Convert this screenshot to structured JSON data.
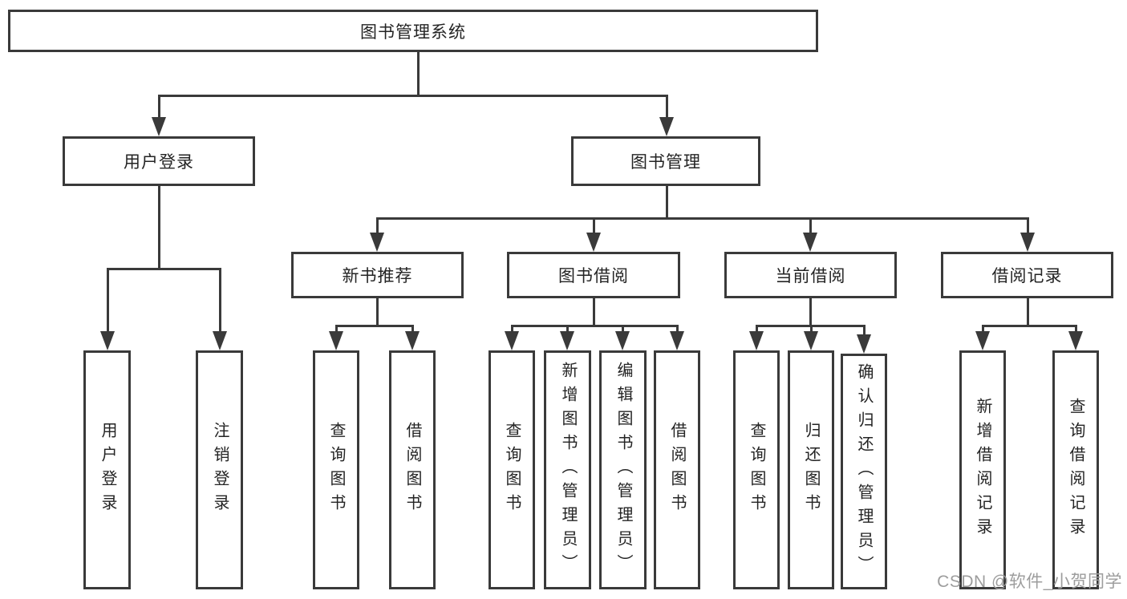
{
  "colors": {
    "line": "#3a3a3a",
    "box_border": "#3a3a3a",
    "text": "#242424",
    "background": "#ffffff",
    "watermark": "#9d9d9d"
  },
  "watermark": {
    "text": "CSDN @软件_小贺同学"
  },
  "tree": {
    "label": "图书管理系统",
    "children": [
      {
        "label": "用户登录",
        "children": [
          {
            "label": "用户登录"
          },
          {
            "label": "注销登录"
          }
        ]
      },
      {
        "label": "图书管理",
        "children": [
          {
            "label": "新书推荐",
            "children": [
              {
                "label": "查询图书"
              },
              {
                "label": "借阅图书"
              }
            ]
          },
          {
            "label": "图书借阅",
            "children": [
              {
                "label": "查询图书"
              },
              {
                "label": "新增图书（管理员）"
              },
              {
                "label": "编辑图书（管理员）"
              },
              {
                "label": "借阅图书"
              }
            ]
          },
          {
            "label": "当前借阅",
            "children": [
              {
                "label": "查询图书"
              },
              {
                "label": "归还图书"
              },
              {
                "label": "确认归还（管理员）"
              }
            ]
          },
          {
            "label": "借阅记录",
            "children": [
              {
                "label": "新增借阅记录"
              },
              {
                "label": "查询借阅记录"
              }
            ]
          }
        ]
      }
    ]
  }
}
